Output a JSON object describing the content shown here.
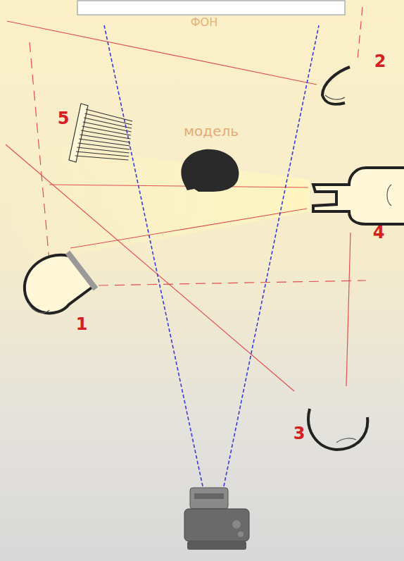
{
  "diagram": {
    "labels": [
      "ФОН",
      "модель",
      "2",
      "5",
      "4",
      "1",
      "3"
    ]
  }
}
